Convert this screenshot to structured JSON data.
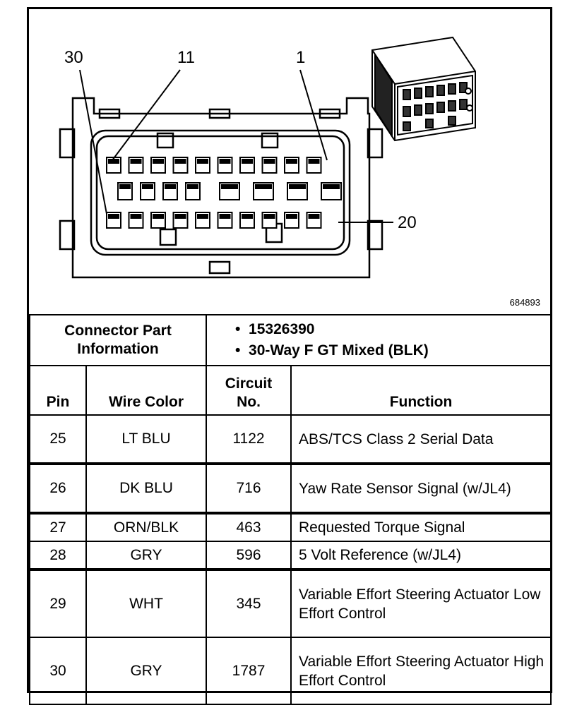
{
  "diagram": {
    "callouts": {
      "pin30": "30",
      "pin11": "11",
      "pin1": "1",
      "pin20": "20"
    },
    "figure_id": "684893"
  },
  "connector": {
    "label": "Connector Part Information",
    "part_number": "15326390",
    "description": "30-Way F GT Mixed (BLK)"
  },
  "table": {
    "headers": {
      "pin": "Pin",
      "wire_color": "Wire Color",
      "circuit": "Circuit No.",
      "function": "Function"
    },
    "rows": [
      {
        "pin": "25",
        "wire_color": "LT BLU",
        "circuit": "1122",
        "function": "ABS/TCS Class 2 Serial Data"
      },
      {
        "pin": "26",
        "wire_color": "DK BLU",
        "circuit": "716",
        "function": "Yaw Rate Sensor Signal (w/JL4)"
      },
      {
        "pin": "27",
        "wire_color": "ORN/BLK",
        "circuit": "463",
        "function": "Requested Torque Signal"
      },
      {
        "pin": "28",
        "wire_color": "GRY",
        "circuit": "596",
        "function": "5 Volt Reference (w/JL4)"
      },
      {
        "pin": "29",
        "wire_color": "WHT",
        "circuit": "345",
        "function": "Variable Effort Steering Actuator Low Effort Control"
      },
      {
        "pin": "30",
        "wire_color": "GRY",
        "circuit": "1787",
        "function": "Variable Effort Steering Actuator High Effort Control"
      }
    ]
  }
}
